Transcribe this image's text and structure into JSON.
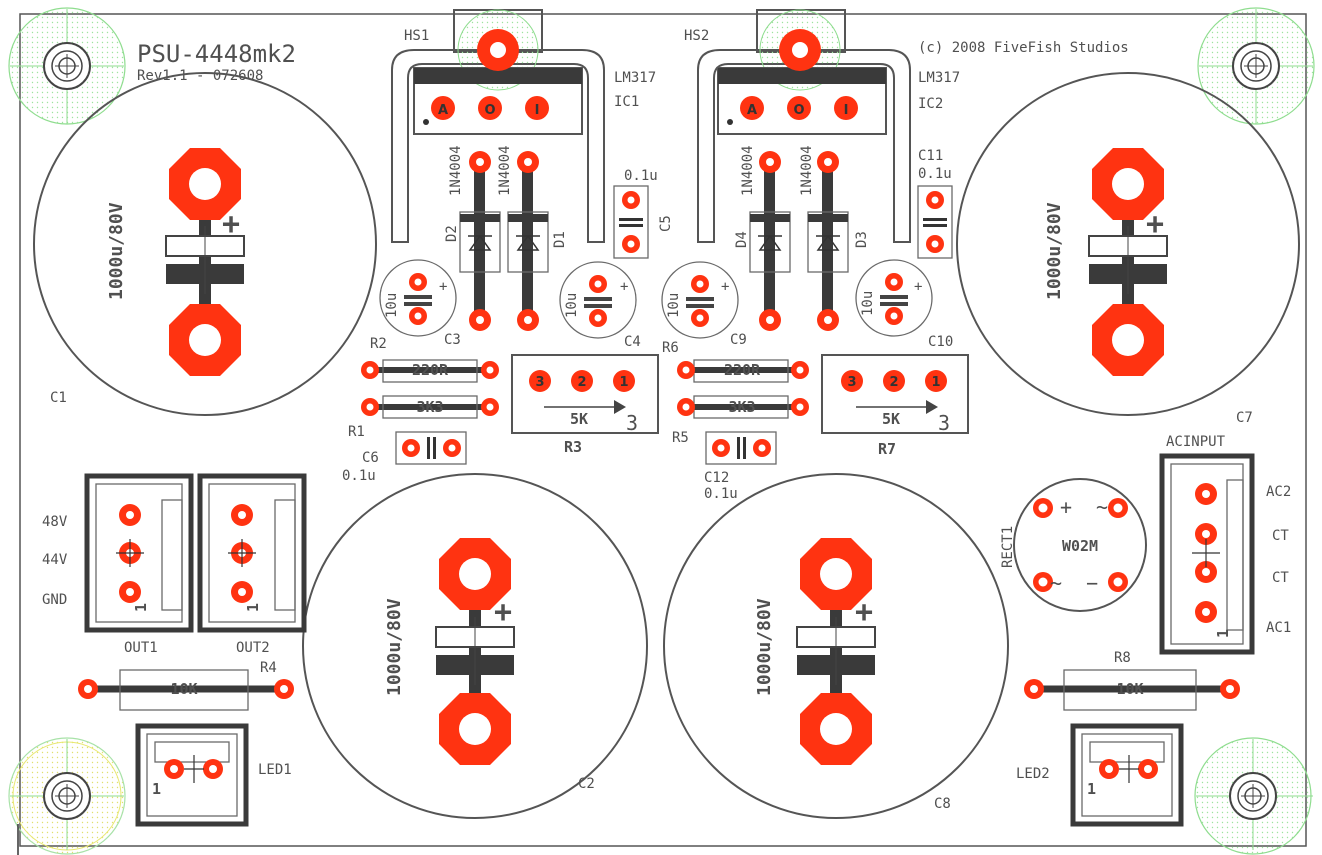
{
  "board": {
    "title": "PSU-4448mk2",
    "revision": "Rev1.1  - 072608",
    "copyright": "(c) 2008 FiveFish Studios"
  },
  "colors": {
    "pad": "#ff3311",
    "silkscreen": "#505050",
    "body": "#3a3a3a",
    "mounting_keepout": "#9fe39f",
    "mounting_keepout_yellow": "#e8e870",
    "background": "#ffffff"
  },
  "components": {
    "hs1": "HS1",
    "hs2": "HS2",
    "lm317_1": "LM317",
    "lm317_2": "LM317",
    "ic1": "IC1",
    "ic2": "IC2",
    "c1": "C1",
    "c2": "C2",
    "c3": "C3",
    "c4": "C4",
    "c5": "C5",
    "c6": "C6",
    "c7": "C7",
    "c8": "C8",
    "c9": "C9",
    "c10": "C10",
    "c11": "C11",
    "c12": "C12",
    "bigcap_value": "1000u/80V",
    "smallcap_value": "10u",
    "cer_value": "0.1u",
    "diode_value": "1N4004",
    "d1": "D1",
    "d2": "D2",
    "d3": "D3",
    "d4": "D4",
    "r1": "R1",
    "r2": "R2",
    "r3": "R3",
    "r4": "R4",
    "r5": "R5",
    "r6": "R6",
    "r7": "R7",
    "r8": "R8",
    "r220": "220R",
    "r3k3": "3K3",
    "r10k": "10K",
    "pot_value": "5K",
    "pot_marker": "3",
    "pot_pins": [
      "3",
      "2",
      "1"
    ],
    "reg_pins": [
      "A",
      "O",
      "I"
    ],
    "out1": "OUT1",
    "out2": "OUT2",
    "out_pins": [
      "48V",
      "44V",
      "GND"
    ],
    "conn_pin1": "1",
    "acinput": "ACINPUT",
    "ac_pins": [
      "AC2",
      "CT",
      "CT",
      "AC1"
    ],
    "rect1": "RECT1",
    "rect_value": "W02M",
    "rect_plus": "+",
    "rect_minus": "−",
    "rect_ac": "~",
    "led1": "LED1",
    "led2": "LED2",
    "plus": "+"
  }
}
